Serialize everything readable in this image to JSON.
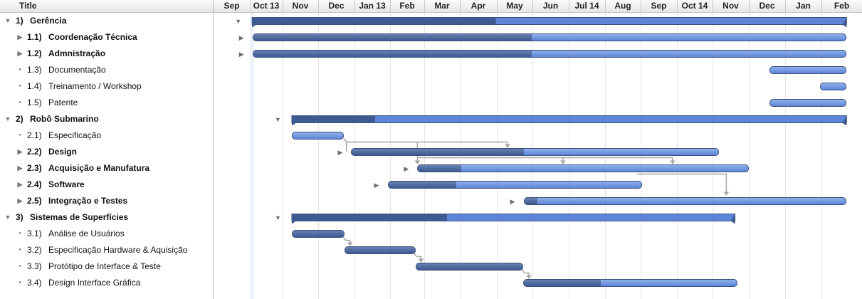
{
  "outline": {
    "header": "Title",
    "rows": [
      {
        "number": "1)",
        "name": "Gerência",
        "bold": true,
        "type": "group",
        "open": true
      },
      {
        "number": "1.1)",
        "name": "Coordenação Técnica",
        "bold": true,
        "type": "collapsed"
      },
      {
        "number": "1.2)",
        "name": "Admnistração",
        "bold": true,
        "type": "collapsed"
      },
      {
        "number": "1.3)",
        "name": "Documentação",
        "bold": false,
        "type": "task"
      },
      {
        "number": "1.4)",
        "name": "Treinamento / Workshop",
        "bold": false,
        "type": "task"
      },
      {
        "number": "1.5)",
        "name": "Patente",
        "bold": false,
        "type": "task"
      },
      {
        "number": "2)",
        "name": "Robô Submarino",
        "bold": true,
        "type": "group",
        "open": true
      },
      {
        "number": "2.1)",
        "name": "Especificação",
        "bold": false,
        "type": "task"
      },
      {
        "number": "2.2)",
        "name": "Design",
        "bold": true,
        "type": "collapsed"
      },
      {
        "number": "2.3)",
        "name": "Acquisição e Manufatura",
        "bold": true,
        "type": "collapsed"
      },
      {
        "number": "2.4)",
        "name": "Software",
        "bold": true,
        "type": "collapsed"
      },
      {
        "number": "2.5)",
        "name": "Integração e Testes",
        "bold": true,
        "type": "collapsed"
      },
      {
        "number": "3)",
        "name": "Sistemas de Superfícies",
        "bold": true,
        "type": "group",
        "open": true
      },
      {
        "number": "3.1)",
        "name": "Análise de Usuários",
        "bold": false,
        "type": "task"
      },
      {
        "number": "3.2)",
        "name": "Especificação Hardware & Aquisição",
        "bold": false,
        "type": "task"
      },
      {
        "number": "3.3)",
        "name": "Protótipo de Interface & Teste",
        "bold": false,
        "type": "task"
      },
      {
        "number": "3.4)",
        "name": "Design Interface Gráfica",
        "bold": false,
        "type": "task"
      }
    ]
  },
  "timeline": {
    "months": [
      "Sep",
      "Oct 13",
      "Nov",
      "Dec",
      "Jan 13",
      "Feb",
      "Mar",
      "Apr",
      "May",
      "Jun",
      "Jul 14",
      "Aug",
      "Sep",
      "Oct 14",
      "Nov",
      "Dec",
      "Jan",
      "Feb"
    ],
    "start_label_index": 0
  },
  "bars": [
    {
      "row": 0,
      "kind": "summary",
      "start": 1.07,
      "end": 17.62,
      "progress": 0.41
    },
    {
      "row": 1,
      "kind": "bar",
      "start": 1.08,
      "end": 17.62,
      "progress": 0.47
    },
    {
      "row": 2,
      "kind": "bar",
      "start": 1.08,
      "end": 17.62,
      "progress": 0.47
    },
    {
      "row": 3,
      "kind": "bar",
      "start": 15.56,
      "end": 17.62,
      "progress": 0
    },
    {
      "row": 4,
      "kind": "bar",
      "start": 16.96,
      "end": 17.62,
      "progress": 0
    },
    {
      "row": 5,
      "kind": "bar",
      "start": 15.56,
      "end": 17.62,
      "progress": 0
    },
    {
      "row": 6,
      "kind": "summary",
      "start": 2.26,
      "end": 17.62,
      "progress": 0.15
    },
    {
      "row": 7,
      "kind": "task",
      "start": 2.26,
      "end": 3.7,
      "progress": 0
    },
    {
      "row": 8,
      "kind": "bar",
      "start": 3.91,
      "end": 14.18,
      "progress": 0.47
    },
    {
      "row": 9,
      "kind": "bar",
      "start": 5.8,
      "end": 15.0,
      "progress": 0.13
    },
    {
      "row": 10,
      "kind": "bar",
      "start": 4.93,
      "end": 12.04,
      "progress": 0.27
    },
    {
      "row": 11,
      "kind": "bar",
      "start": 8.75,
      "end": 17.62,
      "progress": 0.04
    },
    {
      "row": 12,
      "kind": "summary",
      "start": 2.26,
      "end": 14.62,
      "progress": 0.35
    },
    {
      "row": 13,
      "kind": "task",
      "start": 2.26,
      "end": 3.72,
      "progress": 1
    },
    {
      "row": 14,
      "kind": "task",
      "start": 3.72,
      "end": 5.74,
      "progress": 1
    },
    {
      "row": 15,
      "kind": "task",
      "start": 5.74,
      "end": 8.74,
      "progress": 1
    },
    {
      "row": 16,
      "kind": "task",
      "start": 8.74,
      "end": 14.69,
      "progress": 0.36
    }
  ],
  "colors": {
    "bar_top": "#8fb0ea",
    "bar_bottom": "#5d86d8",
    "done_top": "#6880b0",
    "done_bottom": "#3d5a93",
    "bar_border": "#3a4f7a",
    "dependency": "#a6a6a6"
  }
}
